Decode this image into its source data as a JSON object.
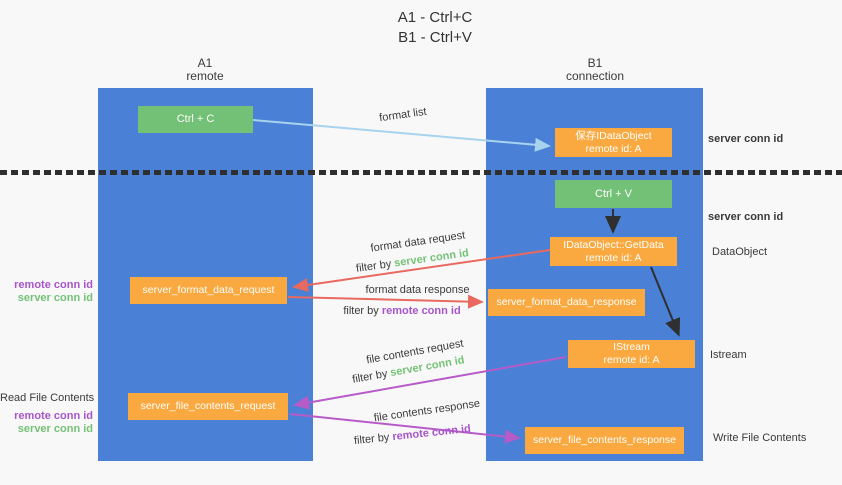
{
  "title": {
    "line1": "A1 - Ctrl+C",
    "line2": "B1 - Ctrl+V"
  },
  "lanes": {
    "left": {
      "title": "A1",
      "subtitle": "remote"
    },
    "right": {
      "title": "B1",
      "subtitle": "connection"
    }
  },
  "nodes": {
    "ctrl_c": {
      "label": "Ctrl + C"
    },
    "save_dataobject": {
      "line1": "保存IDataObject",
      "line2": "remote id: A"
    },
    "ctrl_v": {
      "label": "Ctrl + V"
    },
    "getdata": {
      "line1": "IDataObject::GetData",
      "line2": "remote id: A"
    },
    "istream": {
      "line1": "IStream",
      "line2": "remote id: A"
    },
    "format_request": {
      "label": "server_format_data_request"
    },
    "format_response": {
      "label": "server_format_data_response"
    },
    "file_request": {
      "label": "server_file_contents_request"
    },
    "file_response": {
      "label": "server_file_contents_response"
    }
  },
  "side_labels": {
    "server_conn_id_top": "server conn id",
    "server_conn_id_mid": "server conn id",
    "dataobject": "DataObject",
    "istream": "Istream",
    "read_file_contents": "Read File Contents",
    "write_file_contents": "Write File Contents",
    "left_top": {
      "remote": "remote conn id",
      "server": "server conn id"
    },
    "left_bottom": {
      "remote": "remote conn id",
      "server": "server conn id"
    }
  },
  "flow_labels": {
    "format_list": "format list",
    "format_data_request": "format data request",
    "format_data_response": "format data response",
    "file_contents_request": "file contents request",
    "file_contents_response": "file contents response",
    "filter_by": "filter by ",
    "server_conn_id": "server conn id",
    "remote_conn_id": "remote conn id"
  },
  "colors": {
    "lane_blue": "#4a80d5",
    "node_green": "#73c176",
    "node_orange": "#f9a93f",
    "arrow_red": "#e8695f",
    "arrow_magenta": "#b75bc8",
    "arrow_lightblue": "#a8d3ee",
    "arrow_black": "#2f2f2f",
    "text_green": "#74c276",
    "text_purple": "#a855cc",
    "background": "#f8f8f8"
  }
}
